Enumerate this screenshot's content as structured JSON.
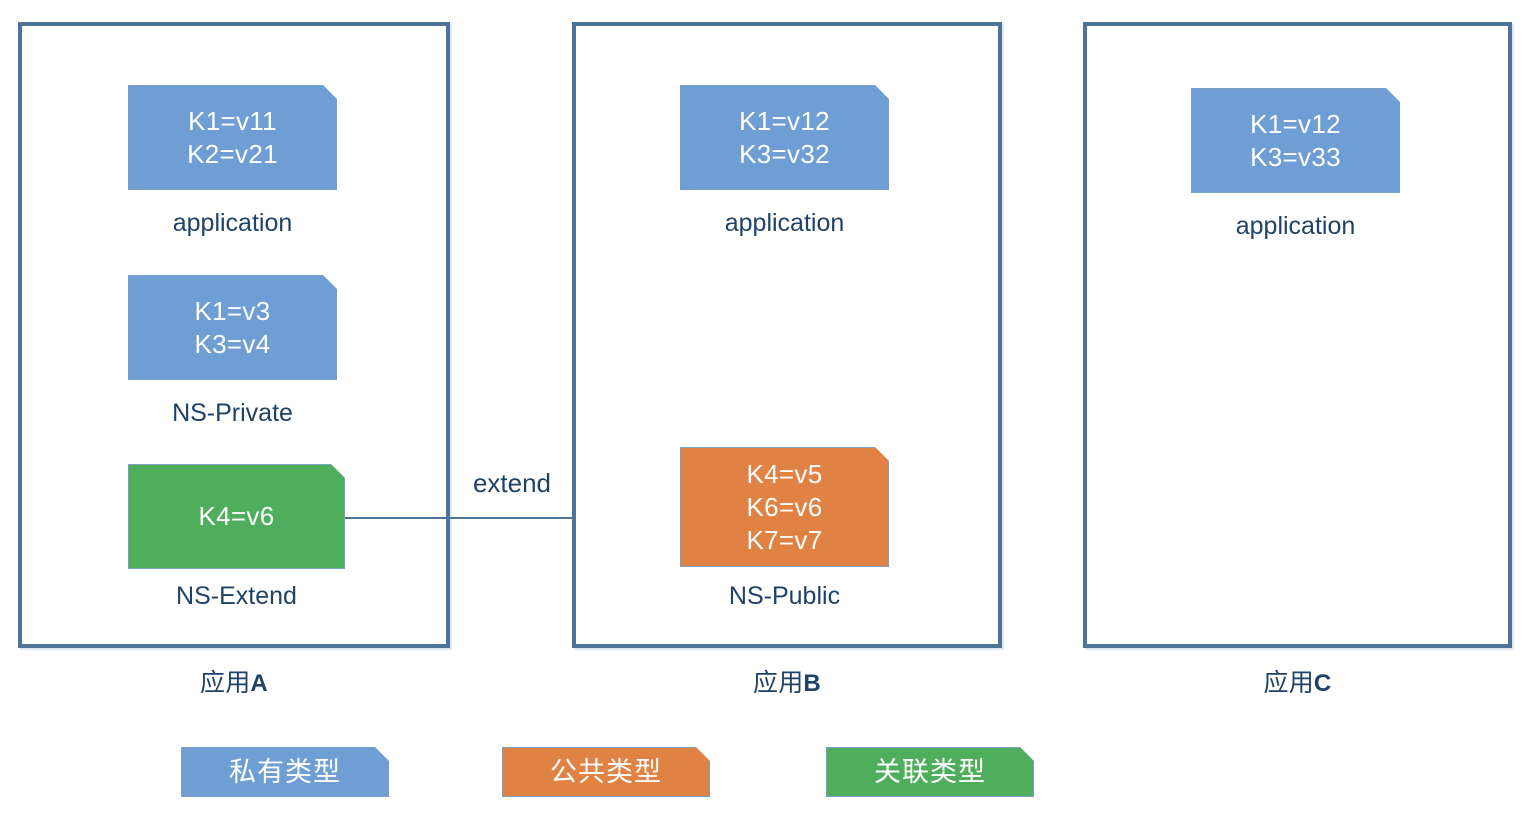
{
  "diagram": {
    "type": "architecture-diagram",
    "colors": {
      "private_blue": "#6e9ed4",
      "public_orange": "#e08244",
      "extend_green": "#4fae5c",
      "panel_border": "#4d7397",
      "label_text": "#1f4266",
      "note_text": "#ffffff",
      "background": "#ffffff"
    },
    "panels": [
      {
        "id": "app-a",
        "caption_prefix": "应用",
        "caption_suffix": "A",
        "notes": [
          {
            "id": "app-a-application",
            "kind": "private",
            "color": "#6e9ed4",
            "lines": [
              "K1=v11",
              "K2=v21"
            ],
            "label": "application"
          },
          {
            "id": "app-a-ns-private",
            "kind": "private",
            "color": "#6e9ed4",
            "lines": [
              "K1=v3",
              "K3=v4"
            ],
            "label": "NS-Private"
          },
          {
            "id": "app-a-ns-extend",
            "kind": "extend",
            "color": "#4fae5c",
            "lines": [
              "K4=v6"
            ],
            "label": "NS-Extend"
          }
        ]
      },
      {
        "id": "app-b",
        "caption_prefix": "应用",
        "caption_suffix": "B",
        "notes": [
          {
            "id": "app-b-application",
            "kind": "private",
            "color": "#6e9ed4",
            "lines": [
              "K1=v12",
              "K3=v32"
            ],
            "label": "application"
          },
          {
            "id": "app-b-ns-public",
            "kind": "public",
            "color": "#e08244",
            "lines": [
              "K4=v5",
              "K6=v6",
              "K7=v7"
            ],
            "label": "NS-Public"
          }
        ]
      },
      {
        "id": "app-c",
        "caption_prefix": "应用",
        "caption_suffix": "C",
        "notes": [
          {
            "id": "app-c-application",
            "kind": "private",
            "color": "#6e9ed4",
            "lines": [
              "K1=v12",
              "K3=v33"
            ],
            "label": "application"
          }
        ]
      }
    ],
    "connector": {
      "label": "extend",
      "from": "app-a-ns-extend",
      "to": "app-b-ns-public",
      "arrow": "arrow-right-icon"
    },
    "legend": [
      {
        "id": "legend-private",
        "label": "私有类型",
        "color": "#6e9ed4"
      },
      {
        "id": "legend-public",
        "label": "公共类型",
        "color": "#e08244"
      },
      {
        "id": "legend-extend",
        "label": "关联类型",
        "color": "#4fae5c"
      }
    ]
  }
}
